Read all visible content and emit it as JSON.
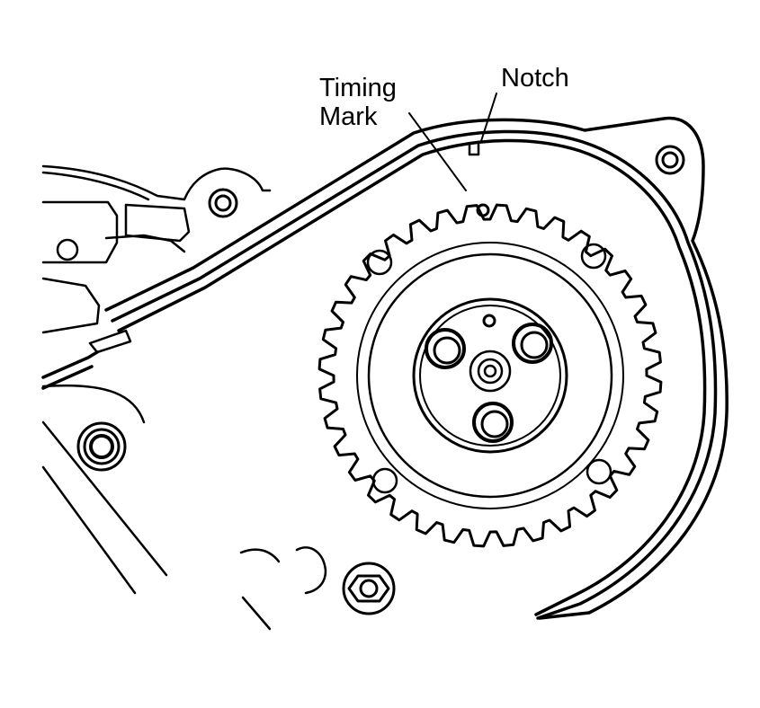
{
  "labels": {
    "timing_mark_line1": "Timing",
    "timing_mark_line2": "Mark",
    "notch": "Notch"
  },
  "colors": {
    "ink": "#000000",
    "paper": "#ffffff"
  },
  "sprocket": {
    "tooth_count": 36
  }
}
